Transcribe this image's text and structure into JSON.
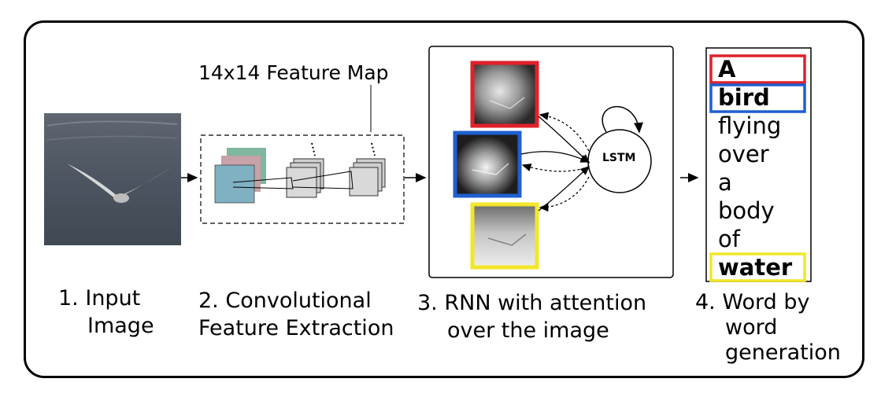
{
  "feature_map_title": "14x14 Feature Map",
  "lstm_label": "LSTM",
  "steps": [
    {
      "number": "1.",
      "lines": [
        "Input",
        "Image"
      ]
    },
    {
      "number": "2.",
      "lines": [
        "Convolutional",
        "Feature Extraction"
      ]
    },
    {
      "number": "3.",
      "lines": [
        "RNN with attention",
        "over the image"
      ]
    },
    {
      "number": "4.",
      "lines": [
        "Word by",
        "word",
        "generation"
      ]
    }
  ],
  "caption_words": [
    {
      "text": "A",
      "highlight": "#e0202a",
      "bold": true
    },
    {
      "text": "bird",
      "highlight": "#1f5fd0",
      "bold": true
    },
    {
      "text": "flying",
      "highlight": null,
      "bold": false
    },
    {
      "text": "over",
      "highlight": null,
      "bold": false
    },
    {
      "text": "a",
      "highlight": null,
      "bold": false
    },
    {
      "text": "body",
      "highlight": null,
      "bold": false
    },
    {
      "text": "of",
      "highlight": null,
      "bold": false
    },
    {
      "text": "water",
      "highlight": "#f2e62a",
      "bold": true
    }
  ],
  "attention_maps": [
    {
      "border": "#e0202a"
    },
    {
      "border": "#1f5fd0"
    },
    {
      "border": "#f2e62a"
    }
  ]
}
